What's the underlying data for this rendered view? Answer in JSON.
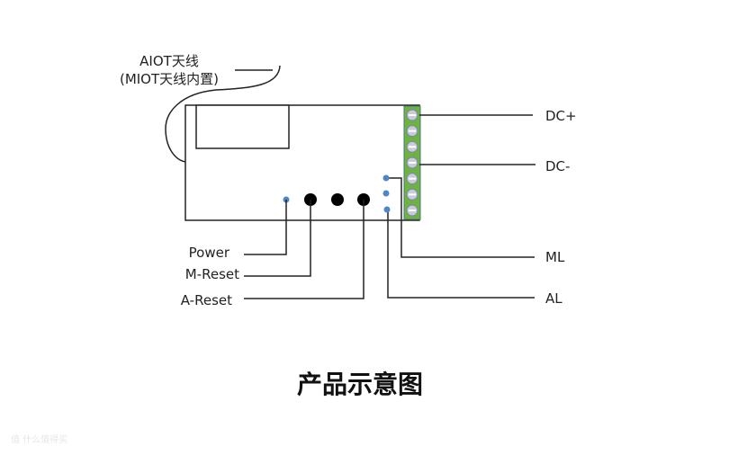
{
  "diagram": {
    "title": "产品示意图",
    "antenna": {
      "label_line1": "AIOT天线",
      "label_line2": "(MIOT天线内置)"
    },
    "labels": {
      "dc_plus": "DC+",
      "dc_minus": "DC-",
      "ml": "ML",
      "al": "AL",
      "power": "Power",
      "m_reset": "M-Reset",
      "a_reset": "A-Reset"
    },
    "terminal_count": 7,
    "colors": {
      "terminal_block": "#6db33f",
      "terminal_screw": "#c8ccd6",
      "led": "#4f86c6",
      "button": "#000000",
      "line": "#222222"
    }
  },
  "watermark": "值 什么值得买"
}
